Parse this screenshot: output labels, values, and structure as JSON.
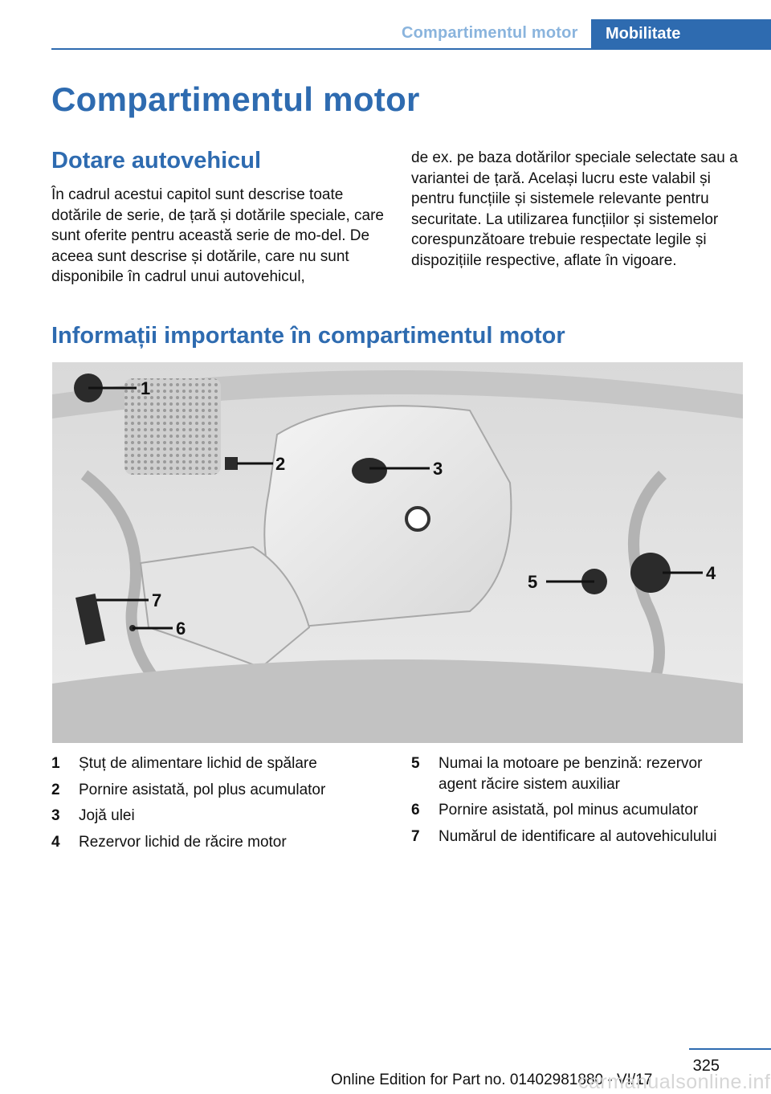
{
  "header": {
    "section": "Compartimentul motor",
    "tab": "Mobilitate"
  },
  "title": "Compartimentul motor",
  "subsection": {
    "heading": "Dotare autovehicul",
    "text_left": "În cadrul acestui capitol sunt descrise toate dotările de serie, de țară și dotările speciale, care sunt oferite pentru această serie de mo-del. De aceea sunt descrise și dotările, care nu sunt disponibile în cadrul unui autovehicul,",
    "text_right": "de ex. pe baza dotărilor speciale selectate sau a variantei de țară. Același lucru este valabil și pentru funcțiile și sistemele relevante pentru securitate. La utilizarea funcțiilor și sistemelor corespunzătoare trebuie respectate legile și dispozițiile respective, aflate în vigoare."
  },
  "section": {
    "heading": "Informații importante în compartimentul motor"
  },
  "figure": {
    "callouts": [
      "1",
      "2",
      "3",
      "4",
      "5",
      "6",
      "7"
    ]
  },
  "legend": [
    {
      "num": "1",
      "text": "Ștuț de alimentare lichid de spălare"
    },
    {
      "num": "2",
      "text": "Pornire asistată, pol plus acumulator"
    },
    {
      "num": "3",
      "text": "Jojă ulei"
    },
    {
      "num": "4",
      "text": "Rezervor lichid de răcire motor"
    },
    {
      "num": "5",
      "text": "Numai la motoare pe benzină: rezervor agent răcire sistem auxiliar"
    },
    {
      "num": "6",
      "text": "Pornire asistată, pol minus acumulator"
    },
    {
      "num": "7",
      "text": "Numărul de identificare al autovehiculului"
    }
  ],
  "page_number": "325",
  "footer": "Online Edition for Part no. 01402981880 - VI/17",
  "watermark": "carmanualsonline.info"
}
